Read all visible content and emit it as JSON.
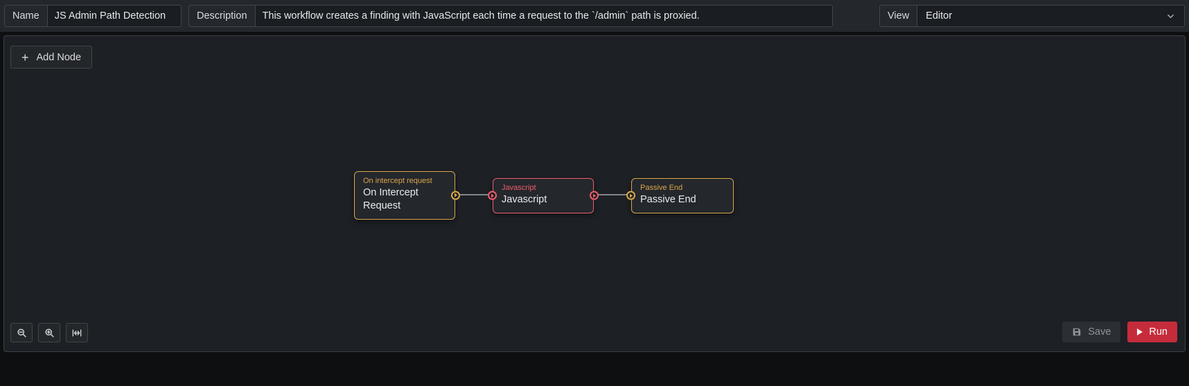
{
  "header": {
    "name_label": "Name",
    "name_value": "JS Admin Path Detection",
    "description_label": "Description",
    "description_value": "This workflow creates a finding with JavaScript each time a request to the `/admin` path is proxied.",
    "view_label": "View",
    "view_value": "Editor"
  },
  "canvas": {
    "add_node_label": "Add Node",
    "nodes": [
      {
        "type_label": "On intercept request",
        "title": "On Intercept Request",
        "color": "#d9a74a",
        "has_input": false,
        "has_output": true
      },
      {
        "type_label": "Javascript",
        "title": "Javascript",
        "color": "#ee5d6c",
        "has_input": true,
        "has_output": true
      },
      {
        "type_label": "Passive End",
        "title": "Passive End",
        "color": "#d9a74a",
        "has_input": true,
        "has_output": false
      }
    ],
    "edges": [
      {
        "from": "On Intercept Request",
        "to": "Javascript"
      },
      {
        "from": "Javascript",
        "to": "Passive End"
      }
    ]
  },
  "footer": {
    "save_label": "Save",
    "run_label": "Run"
  },
  "icons": {
    "add_node": "plus-icon",
    "view": "chevron-down-icon",
    "zoom_out": "magnifier-minus-icon",
    "zoom_in": "magnifier-plus-icon",
    "fit": "fit-width-icon",
    "save": "floppy-disk-icon",
    "run": "play-icon"
  },
  "colors": {
    "accent_yellow": "#d9a74a",
    "accent_red": "#ee5d6c",
    "run_button": "#c52c3b",
    "edge": "#81858c",
    "topbar_bg": "#24272c",
    "canvas_bg": "#1d2025"
  }
}
